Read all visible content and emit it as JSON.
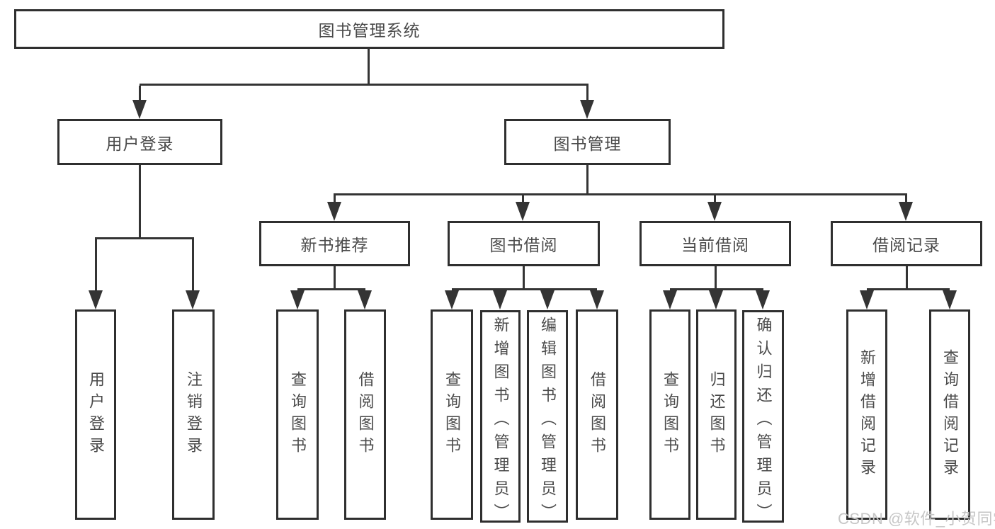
{
  "root": {
    "label": "图书管理系统"
  },
  "level1": [
    {
      "label": "用户登录",
      "leaves": [
        {
          "label": "用户登录"
        },
        {
          "label": "注销登录"
        }
      ]
    },
    {
      "label": "图书管理",
      "groups": [
        {
          "label": "新书推荐",
          "leaves": [
            {
              "label": "查询图书"
            },
            {
              "label": "借阅图书"
            }
          ]
        },
        {
          "label": "图书借阅",
          "leaves": [
            {
              "label": "查询图书"
            },
            {
              "label": "新增图书（管理员）"
            },
            {
              "label": "编辑图书（管理员）"
            },
            {
              "label": "借阅图书"
            }
          ]
        },
        {
          "label": "当前借阅",
          "leaves": [
            {
              "label": "查询图书"
            },
            {
              "label": "归还图书"
            },
            {
              "label": "确认归还（管理员）"
            }
          ]
        },
        {
          "label": "借阅记录",
          "leaves": [
            {
              "label": "新增借阅记录"
            },
            {
              "label": "查询借阅记录"
            }
          ]
        }
      ]
    }
  ],
  "watermark": {
    "text": "CSDN @软件_小贺同学"
  },
  "colors": {
    "background": "#ffffff",
    "border": "#2f2f2f",
    "line": "#343434",
    "text": "#4a4a4a",
    "watermark": "#c6c6c6"
  }
}
